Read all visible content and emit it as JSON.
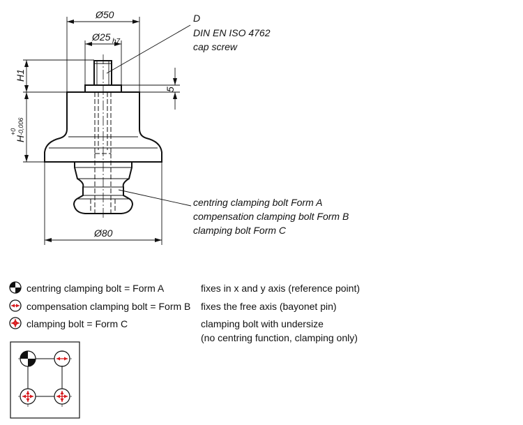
{
  "drawing": {
    "dim_d50": "Ø50",
    "dim_d25": "Ø25",
    "dim_d25_tol": "h7",
    "dim_d80": "Ø80",
    "dim_h1": "H1",
    "dim_h": "H",
    "dim_h_tol_upper": "+0",
    "dim_h_tol_lower": "-0,006",
    "dim_5": "5",
    "callout_screw": [
      "D",
      "DIN EN ISO 4762",
      "cap screw"
    ],
    "callout_bolt": [
      "centring clamping bolt Form A",
      "compensation clamping bolt Form B",
      "clamping bolt Form C"
    ]
  },
  "legend": {
    "items": [
      {
        "icon": "centring-bolt-icon",
        "label": "centring clamping bolt = Form A",
        "description": "fixes in x and y axis (reference point)"
      },
      {
        "icon": "compensation-bolt-icon",
        "label": "compensation clamping bolt = Form B",
        "description": "fixes the free axis (bayonet pin)"
      },
      {
        "icon": "clamping-bolt-icon",
        "label": "clamping bolt = Form C",
        "description": "clamping bolt with undersize",
        "description2": "(no centring function, clamping only)"
      }
    ]
  },
  "colors": {
    "arrow_red": "#d7191c",
    "ink": "#111111"
  }
}
